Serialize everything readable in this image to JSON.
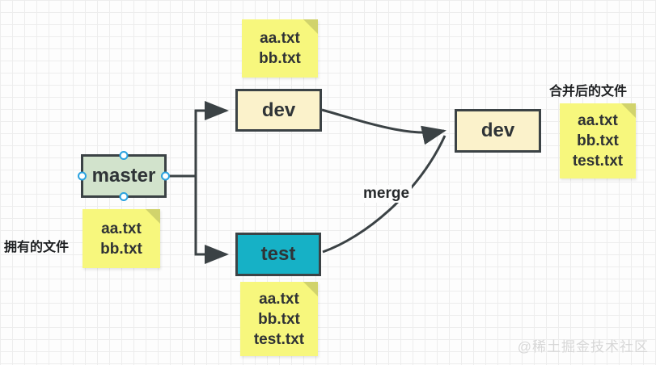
{
  "app": {
    "watermark": "@稀土掘金技术社区"
  },
  "nodes": {
    "master": {
      "label": "master",
      "fill": "#d2e3cc",
      "selected": true
    },
    "dev_top": {
      "label": "dev",
      "fill": "#fbf2cb"
    },
    "test": {
      "label": "test",
      "fill": "#16b1c6"
    },
    "dev_merged": {
      "label": "dev",
      "fill": "#fbf2cb"
    }
  },
  "notes": {
    "master_files": {
      "lines": [
        "aa.txt",
        "bb.txt"
      ]
    },
    "dev_files": {
      "lines": [
        "aa.txt",
        "bb.txt"
      ]
    },
    "test_files": {
      "lines": [
        "aa.txt",
        "bb.txt",
        "test.txt"
      ]
    },
    "merged_files": {
      "lines": [
        "aa.txt",
        "bb.txt",
        "test.txt"
      ]
    }
  },
  "labels": {
    "owned_files": "拥有的文件",
    "merged_files": "合并后的文件",
    "merge": "merge"
  },
  "colors": {
    "edge": "#3b4245",
    "node_border": "#3b4245",
    "node_text": "#2f3437",
    "master_fill": "#d2e3cc",
    "dev_fill": "#fbf2cb",
    "test_fill": "#16b1c6",
    "note_fill": "#f7f77d",
    "note_fold": "#d1d36c",
    "handle_border": "#2aa2df",
    "watermark": "#d7d7d7",
    "grid_line": "#ededed"
  }
}
